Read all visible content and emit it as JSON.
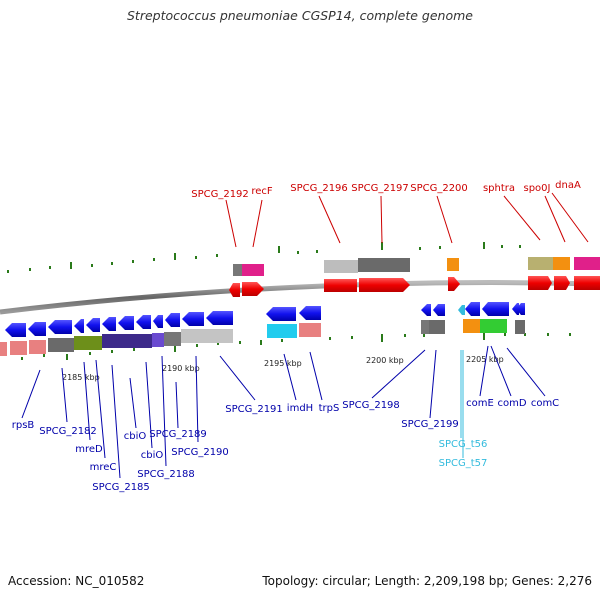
{
  "title": "Streptococcus pneumoniae CGSP14, complete genome",
  "footer": {
    "accession": "Accession: NC_010582",
    "summary": "Topology: circular; Length: 2,209,198 bp; Genes: 2,276"
  },
  "colors": {
    "label_top": "#cc0000",
    "label_bottom": "#0000aa",
    "label_trna": "#33bbdd",
    "backbone": "#777777",
    "tick": "#2a7a1a"
  },
  "scale_labels": [
    "2185 kbp",
    "2190 kbp",
    "2195 kbp",
    "2200 kbp",
    "2205 kbp"
  ],
  "top_labels": [
    "SPCG_2192",
    "recF",
    "SPCG_2196",
    "SPCG_2197",
    "SPCG_2200",
    "sphtra",
    "spo0J",
    "dnaA"
  ],
  "bottom_labels": [
    "rpsB",
    "SPCG_2182",
    "mreD",
    "mreC",
    "SPCG_2185",
    "cbiO",
    "cbiO",
    "SPCG_2188",
    "SPCG_2189",
    "SPCG_2190",
    "SPCG_2191",
    "imdH",
    "trpS",
    "SPCG_2198",
    "SPCG_2199",
    "comE",
    "comD",
    "comC"
  ],
  "trna_labels": [
    "SPCG_t56",
    "SPCG_t57"
  ]
}
